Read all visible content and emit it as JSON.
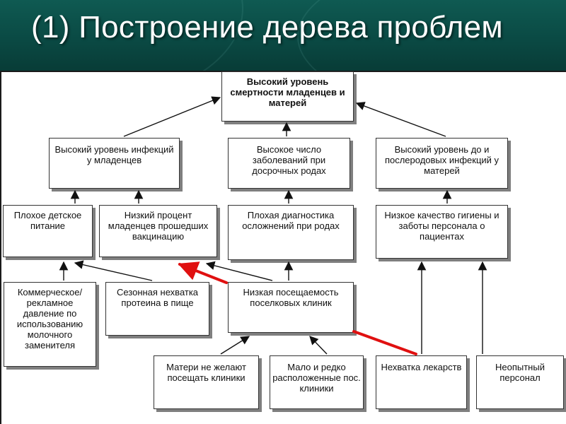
{
  "slide": {
    "title": "(1) Построение дерева проблем"
  },
  "nodes": {
    "root": "Высокий уровень смертности младенцев и матерей",
    "infant_infections": "Высокий уровень инфекций у младенцев",
    "preterm_diseases": "Высокое число заболеваний при досрочных родах",
    "postnatal_infections": "Высокий уровень до и послеродовых инфекций у матерей",
    "poor_nutrition": "Плохое детское питание",
    "low_vaccination": "Низкий процент младенцев прошедших вакцинацию",
    "poor_diagnostics": "Плохая диагностика осложнений при родах",
    "low_hygiene": "Низкое качество гигиены и заботы персонала о пациентах",
    "commercial_pressure": "Коммерческое/ рекламное давление по использованию молочного заменителя",
    "protein_shortage": "Сезонная нехватка протеина в пище",
    "low_attendance": "Низкая посещаемость поселковых клиник",
    "mothers_unwilling": "Матери не желают посещать клиники",
    "few_clinics": "Мало и редко расположенные пос. клиники",
    "drug_shortage": "Нехватка лекарств",
    "inexperienced_staff": "Неопытный персонал"
  },
  "colors": {
    "header_bg": "#0b4f48",
    "highlight_arrow": "#e01010",
    "arrow": "#111111"
  }
}
